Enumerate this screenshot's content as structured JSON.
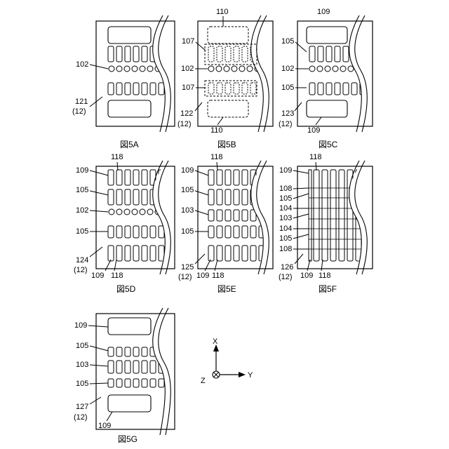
{
  "figures": {
    "a": {
      "caption": "図5A",
      "substrate": "121",
      "substrate_sub": "(12)",
      "labels": [
        "102"
      ],
      "top_pad": "",
      "bottom_pad": ""
    },
    "b": {
      "caption": "図5B",
      "substrate": "122",
      "substrate_sub": "(12)",
      "labels": [
        "107",
        "102",
        "107"
      ],
      "top_pad": "110",
      "bottom_pad": "110"
    },
    "c": {
      "caption": "図5C",
      "substrate": "123",
      "substrate_sub": "(12)",
      "labels": [
        "105",
        "102",
        "105"
      ],
      "top_pad": "109",
      "bottom_pad": "109"
    },
    "d": {
      "caption": "図5D",
      "substrate": "124",
      "substrate_sub": "(12)",
      "labels": [
        "109",
        "105",
        "102",
        "105"
      ],
      "top_ref": "118",
      "bottom_refs": [
        "109",
        "118"
      ]
    },
    "e": {
      "caption": "図5E",
      "substrate": "125",
      "substrate_sub": "(12)",
      "labels": [
        "109",
        "105",
        "103",
        "105"
      ],
      "top_ref": "118",
      "bottom_refs": [
        "109",
        "118"
      ]
    },
    "f": {
      "caption": "図5F",
      "substrate": "126",
      "substrate_sub": "(12)",
      "labels": [
        "109",
        "108",
        "105",
        "104",
        "103",
        "104",
        "105",
        "108"
      ],
      "top_ref": "118",
      "bottom_refs": [
        "109",
        "118"
      ]
    },
    "g": {
      "caption": "図5G",
      "substrate": "127",
      "substrate_sub": "(12)",
      "labels": [
        "109",
        "105",
        "103",
        "105"
      ],
      "bottom_pad": "109"
    }
  },
  "axes": {
    "x": "X",
    "y": "Y",
    "z": "Z"
  }
}
